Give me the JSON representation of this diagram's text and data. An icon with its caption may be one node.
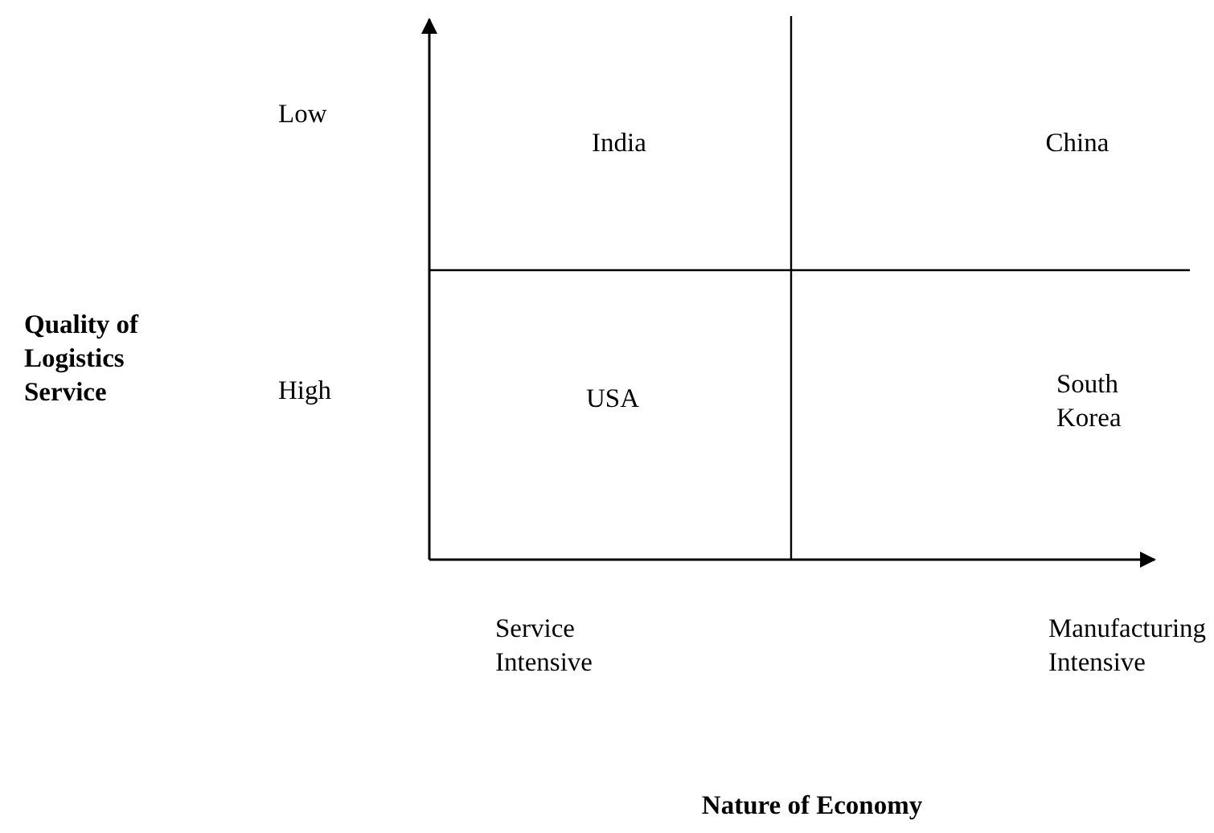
{
  "diagram": {
    "labels": [
      "Low",
      "India",
      "China",
      "Quality of Logistics Service",
      "High",
      "USA",
      "South Korea",
      "Service Intensive",
      "Manufacturing Intensive",
      "Nature of Economy"
    ]
  }
}
